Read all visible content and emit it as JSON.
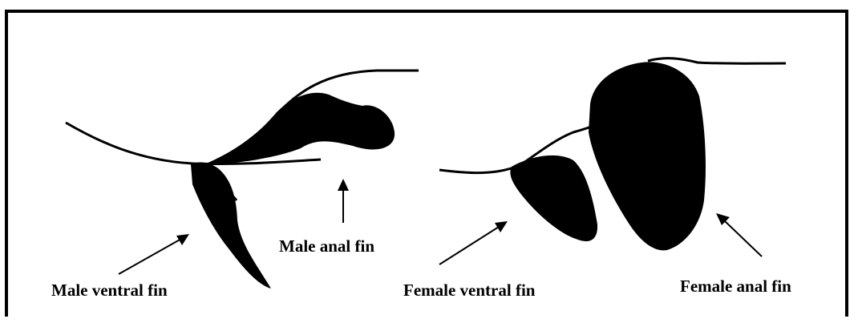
{
  "labels": {
    "male_ventral_fin": "Male ventral fin",
    "male_anal_fin": "Male anal fin",
    "female_ventral_fin": "Female ventral fin",
    "female_anal_fin": "Female anal fin"
  },
  "colors": {
    "ink": "#000000",
    "background": "#ffffff"
  }
}
